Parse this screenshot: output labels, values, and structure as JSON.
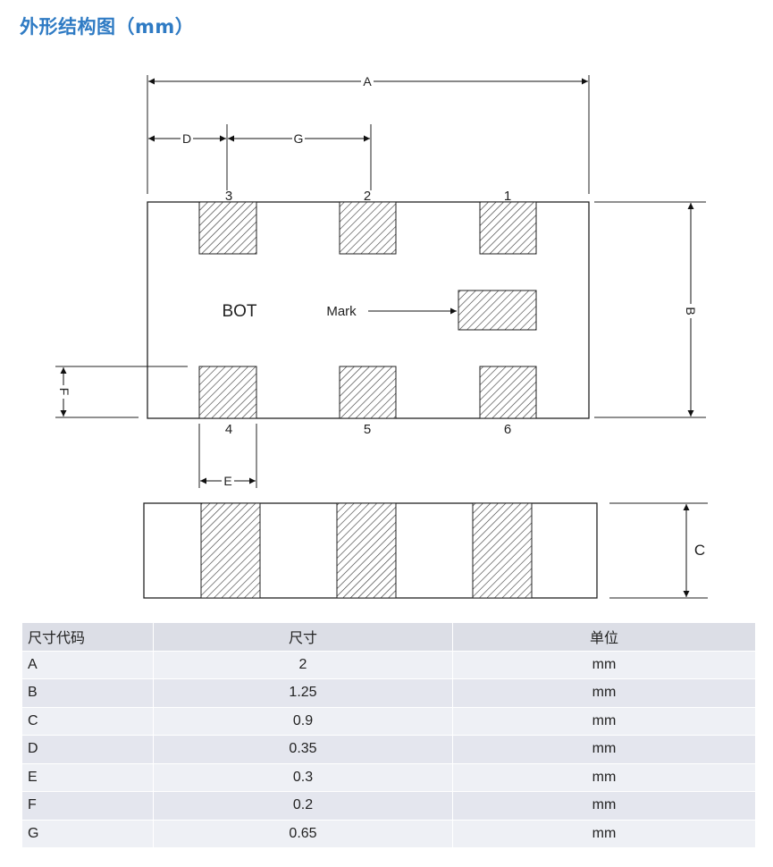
{
  "title": "外形结构图（mm）",
  "diagram": {
    "dim_labels": {
      "A": "A",
      "B": "B",
      "C": "C",
      "D": "D",
      "E": "E",
      "F": "F",
      "G": "G"
    },
    "pin_numbers": [
      "1",
      "2",
      "3",
      "4",
      "5",
      "6"
    ],
    "bot_label": "BOT",
    "mark_label": "Mark"
  },
  "table": {
    "headers": [
      "尺寸代码",
      "尺寸",
      "单位"
    ],
    "rows": [
      {
        "code": "A",
        "value": "2",
        "unit": "mm"
      },
      {
        "code": "B",
        "value": "1.25",
        "unit": "mm"
      },
      {
        "code": "C",
        "value": "0.9",
        "unit": "mm"
      },
      {
        "code": "D",
        "value": "0.35",
        "unit": "mm"
      },
      {
        "code": "E",
        "value": "0.3",
        "unit": "mm"
      },
      {
        "code": "F",
        "value": "0.2",
        "unit": "mm"
      },
      {
        "code": "G",
        "value": "0.65",
        "unit": "mm"
      }
    ]
  }
}
